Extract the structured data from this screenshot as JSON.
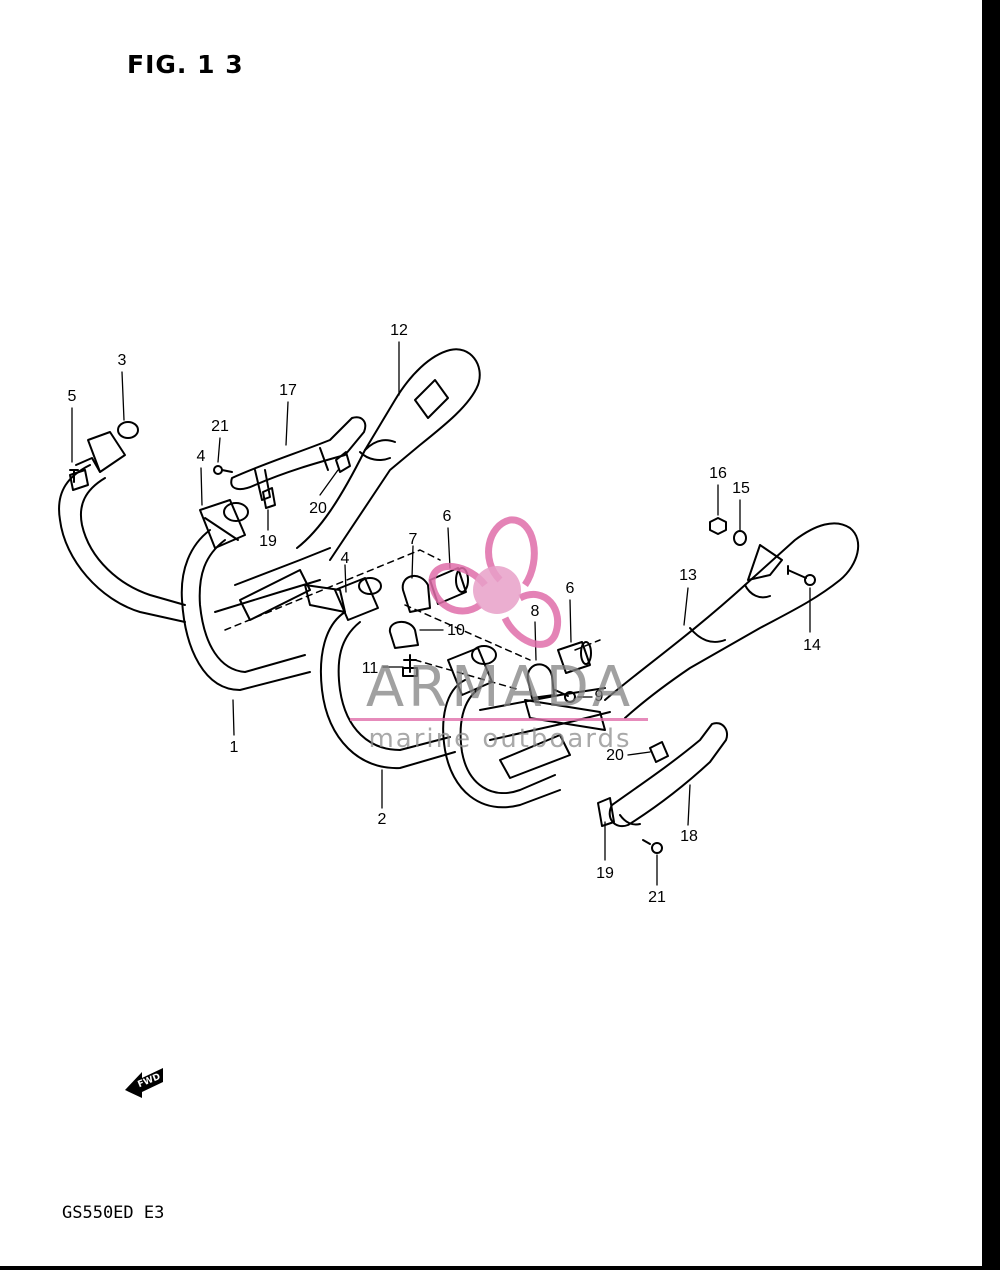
{
  "title": "FIG. 1 3",
  "model": "GS550ED E3",
  "fwd_label": "FWD",
  "watermark": {
    "name": "ARMADA",
    "tagline": "marine outboards"
  },
  "colors": {
    "line": "#000000",
    "watermark_pink": "#e06eaa",
    "watermark_grey": "#8c8c8c"
  },
  "callouts": [
    {
      "key": "c12",
      "label": "12"
    },
    {
      "key": "c3",
      "label": "3"
    },
    {
      "key": "c17",
      "label": "17"
    },
    {
      "key": "c5",
      "label": "5"
    },
    {
      "key": "c21a",
      "label": "21"
    },
    {
      "key": "c4a",
      "label": "4"
    },
    {
      "key": "c20a",
      "label": "20"
    },
    {
      "key": "c19a",
      "label": "19"
    },
    {
      "key": "c16",
      "label": "16"
    },
    {
      "key": "c15",
      "label": "15"
    },
    {
      "key": "c6a",
      "label": "6"
    },
    {
      "key": "c7",
      "label": "7"
    },
    {
      "key": "c4b",
      "label": "4"
    },
    {
      "key": "c13",
      "label": "13"
    },
    {
      "key": "c6b",
      "label": "6"
    },
    {
      "key": "c14",
      "label": "14"
    },
    {
      "key": "c8",
      "label": "8"
    },
    {
      "key": "c10",
      "label": "10"
    },
    {
      "key": "c11",
      "label": "11"
    },
    {
      "key": "c9",
      "label": "9"
    },
    {
      "key": "c20b",
      "label": "20"
    },
    {
      "key": "c1",
      "label": "1"
    },
    {
      "key": "c18",
      "label": "18"
    },
    {
      "key": "c2",
      "label": "2"
    },
    {
      "key": "c19b",
      "label": "19"
    },
    {
      "key": "c21b",
      "label": "21"
    }
  ]
}
